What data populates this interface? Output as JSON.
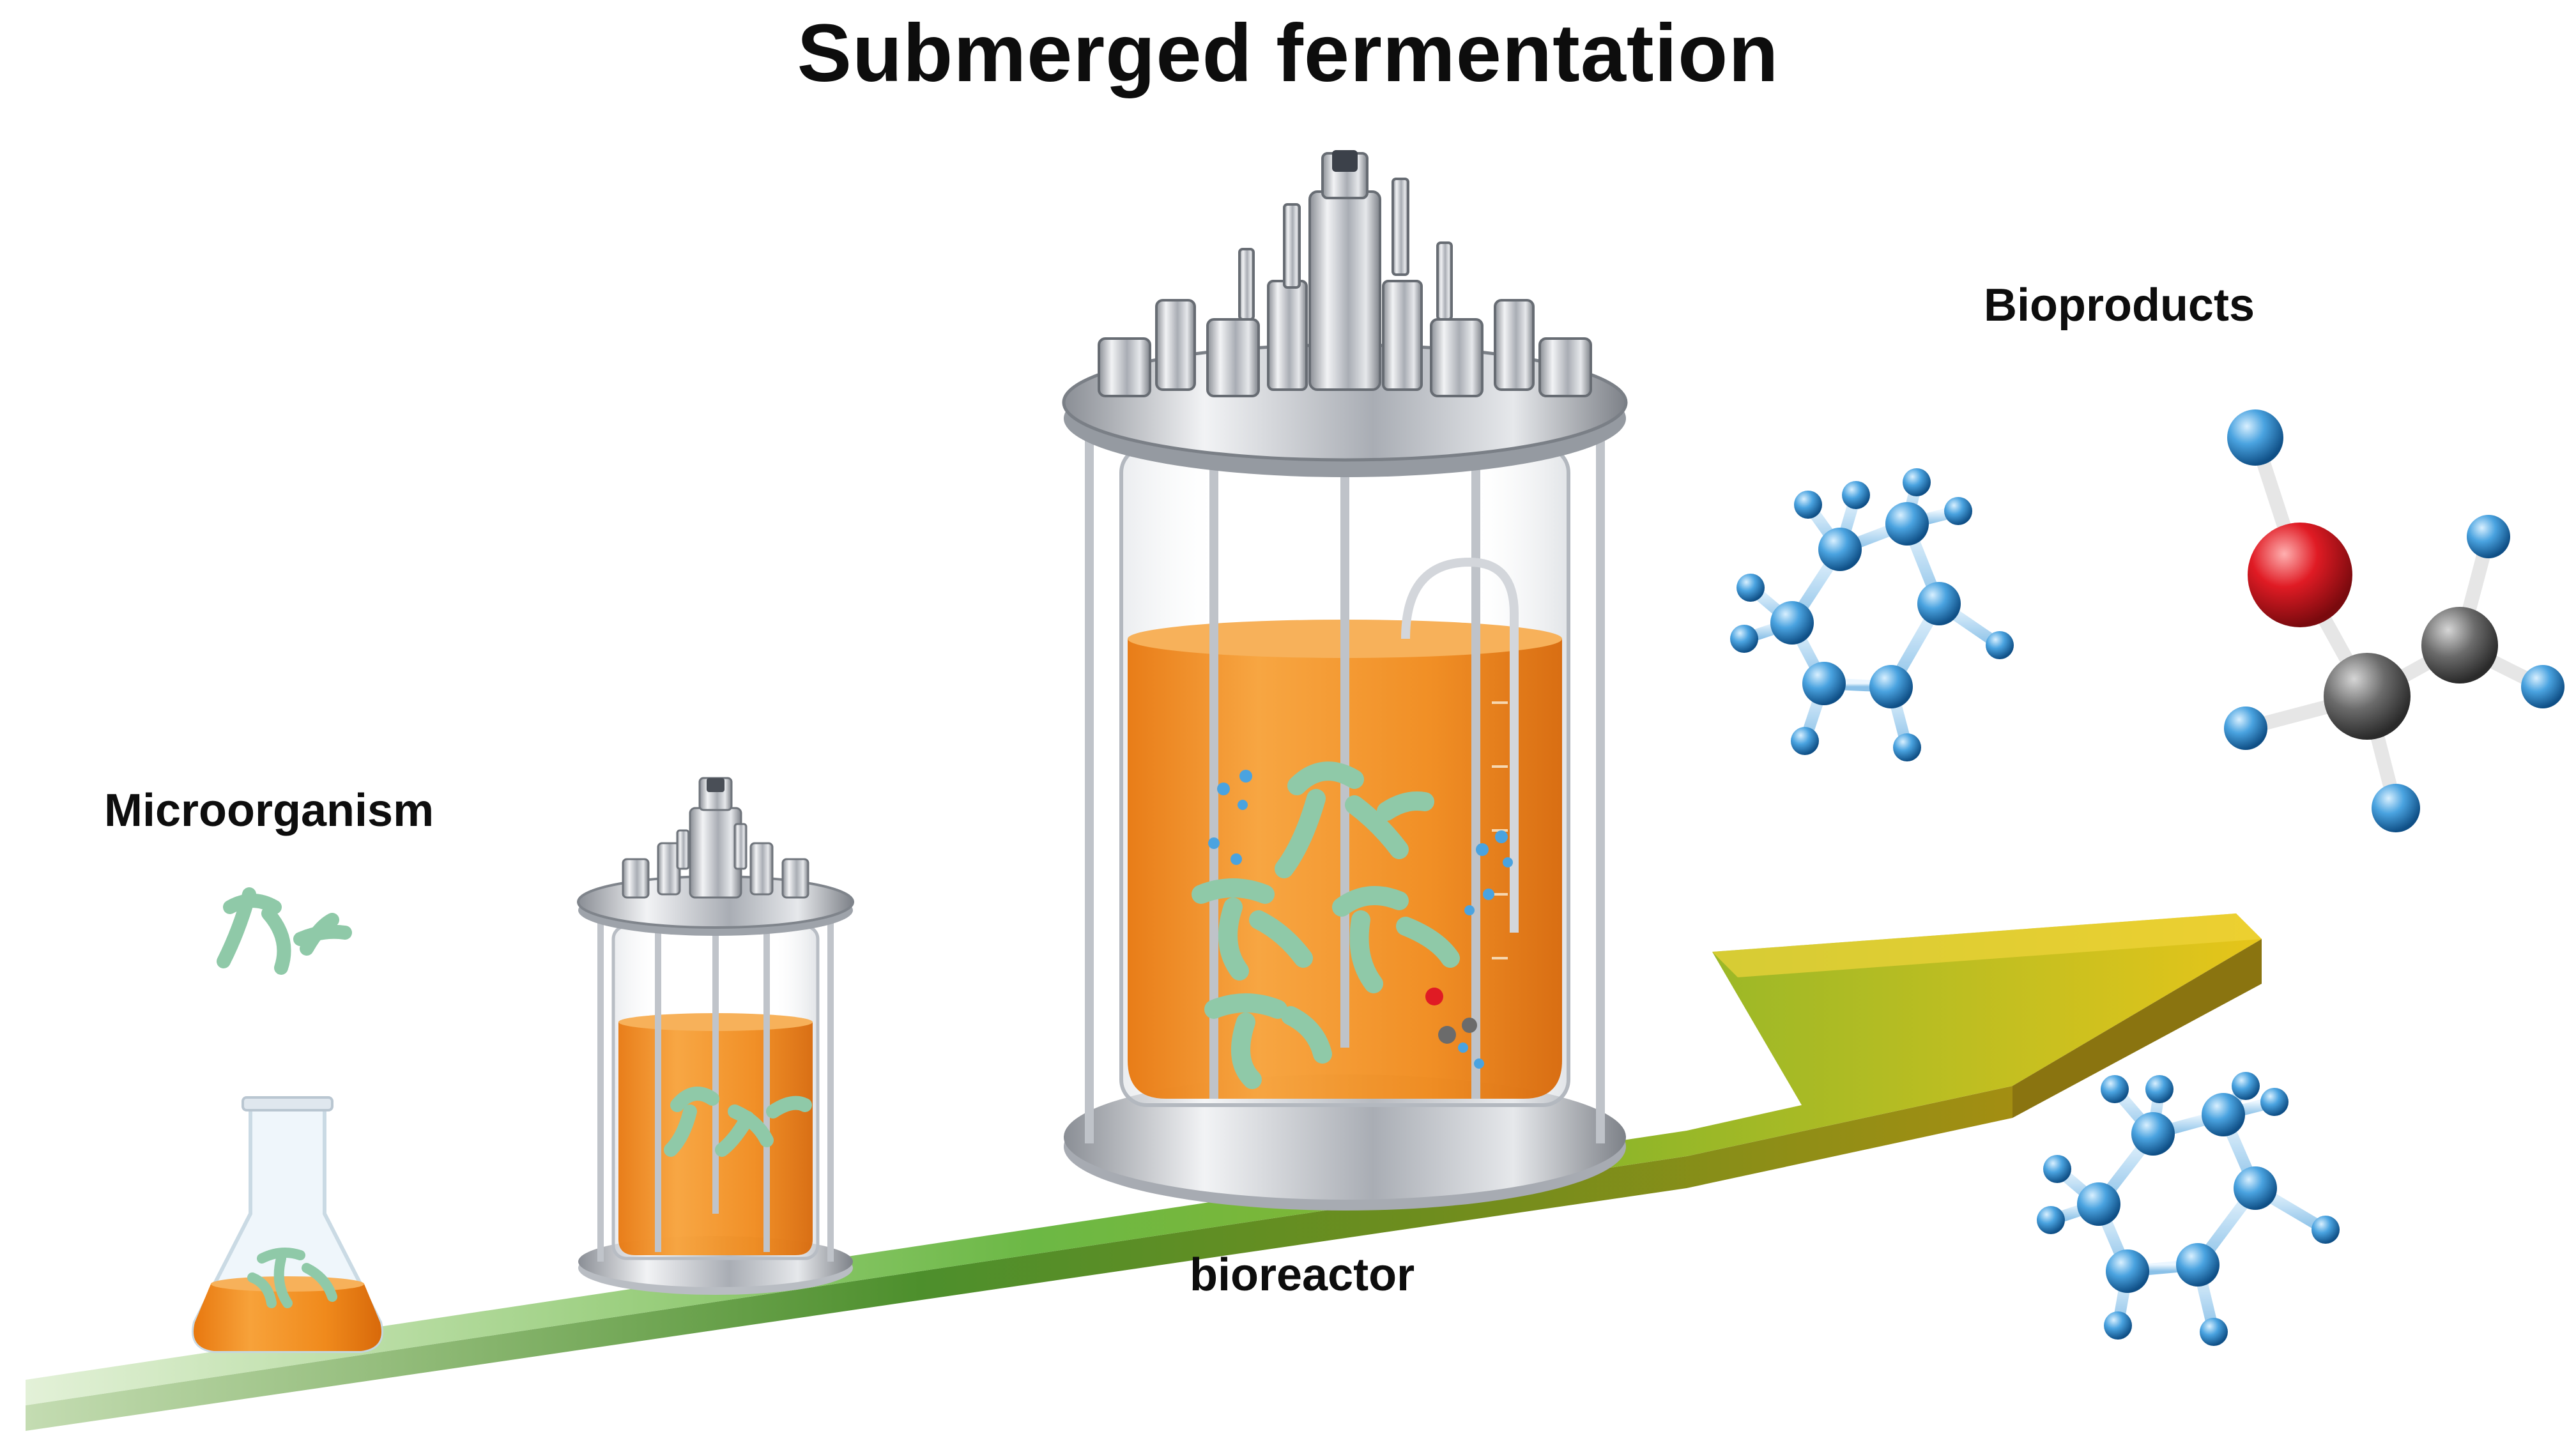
{
  "title": "Submerged fermentation",
  "labels": {
    "microorganism": "Microorganism",
    "bioreactor": "bioreactor",
    "bioproducts": "Bioproducts"
  },
  "colors": {
    "culture_medium": "#f08a1c",
    "microbe": "#8fc9a8",
    "arrow_start": "#cfe8c0",
    "arrow_mid": "#5fae3a",
    "arrow_end": "#d7c21a",
    "steel": "#c9ccd1",
    "molecule_blue": "#4aa3e0",
    "oxygen_red": "#e01b24",
    "carbon_grey": "#6b6b6b"
  },
  "icons": {
    "flask": "erlenmeyer-flask-icon",
    "small_reactor": "small-bioreactor-icon",
    "large_reactor": "large-bioreactor-icon",
    "ring_molecule": "cyclic-molecule-icon",
    "ethanol_molecule": "ethanol-molecule-icon",
    "microbe": "bacteria-icon"
  }
}
